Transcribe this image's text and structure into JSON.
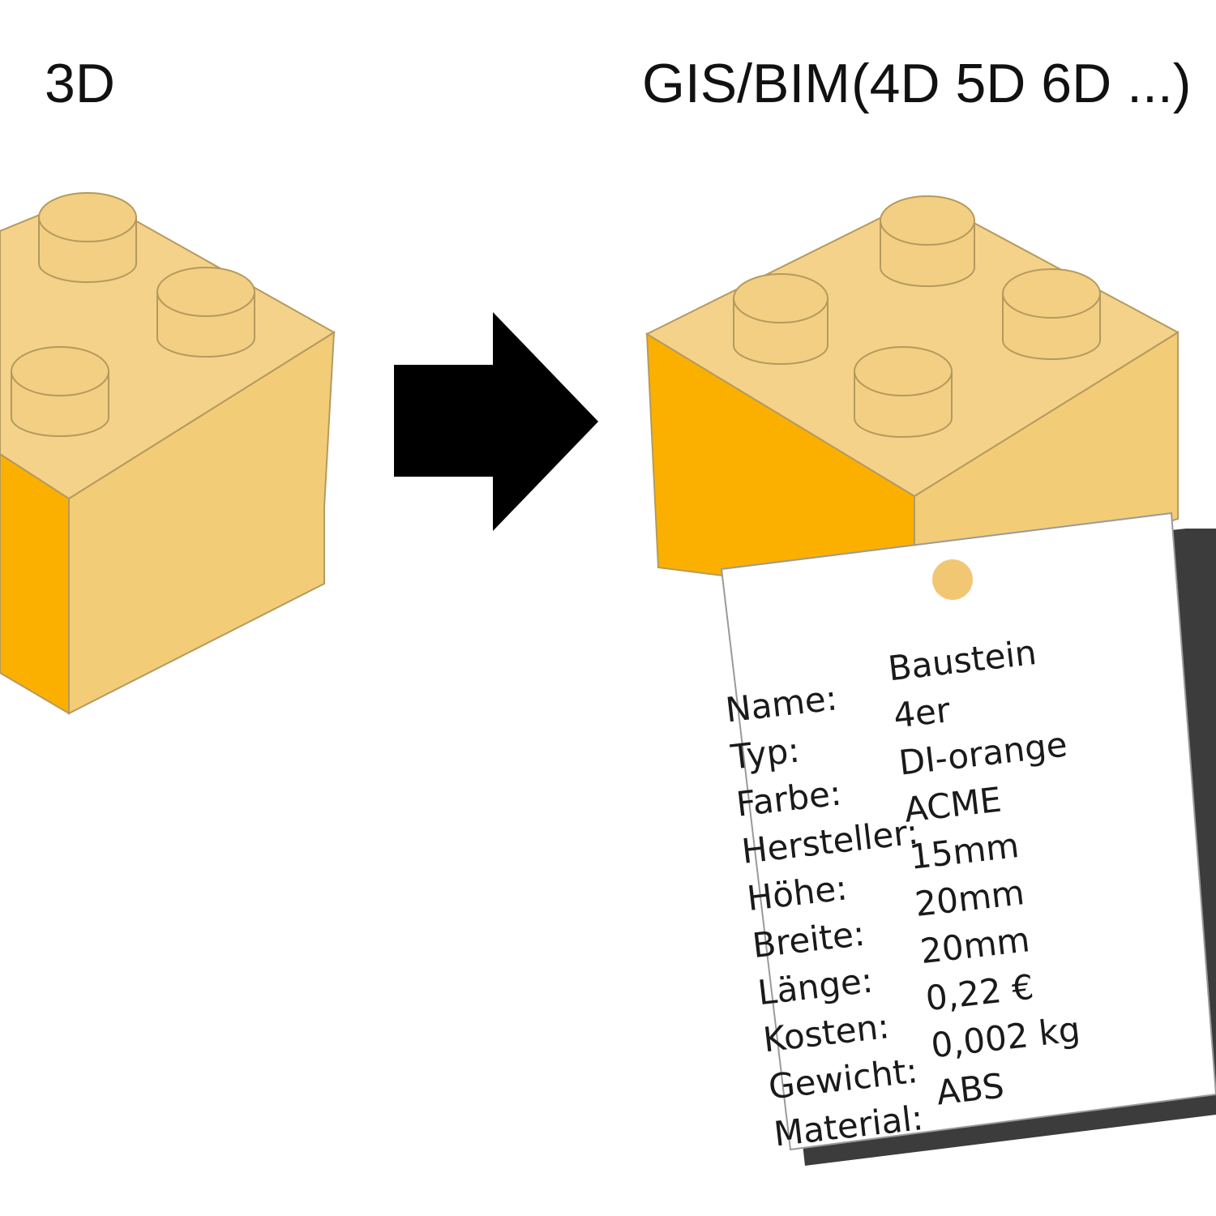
{
  "labels": {
    "left": "3D",
    "right_main": "GIS/BIM",
    "right_paren": "(4D 5D 6D ...)"
  },
  "colors": {
    "brick_top": "#f4d28a",
    "brick_side_light": "#f3cc78",
    "brick_side_dark": "#fbb000",
    "stud": "#f2cf82",
    "outline": "#b59a5e",
    "arrow": "#000000",
    "tag_hole": "#f2c774"
  },
  "tag": {
    "rows": [
      {
        "key": "Name:",
        "value": "Baustein"
      },
      {
        "key": "Typ:",
        "value": "4er"
      },
      {
        "key": "Farbe:",
        "value": "DI-orange"
      },
      {
        "key": "Hersteller:",
        "value": "ACME"
      },
      {
        "key": "Höhe:",
        "value": "15mm"
      },
      {
        "key": "Breite:",
        "value": "20mm"
      },
      {
        "key": "Länge:",
        "value": "20mm"
      },
      {
        "key": "Kosten:",
        "value": "0,22 €"
      },
      {
        "key": "Gewicht:",
        "value": "0,002 kg"
      },
      {
        "key": "Material:",
        "value": "ABS"
      }
    ]
  }
}
